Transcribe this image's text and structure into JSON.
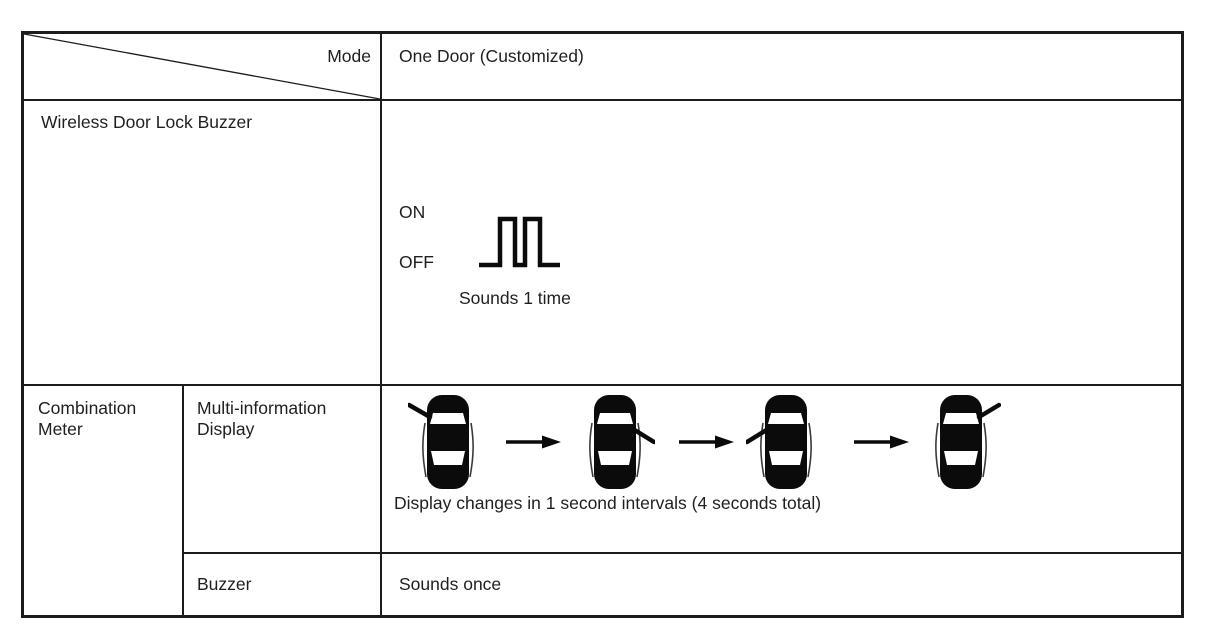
{
  "page": {
    "background": "#ffffff"
  },
  "table": {
    "colors": {
      "border": "#1c1c1c",
      "ink": "#0b0b0b",
      "background": "#ffffff"
    },
    "header": {
      "corner_label": "Mode",
      "mode_value": "One Door (Customized)"
    },
    "wireless_row": {
      "label": "Wireless Door Lock Buzzer",
      "diagram": {
        "type": "buzzer-pulse-waveform",
        "on_label": "ON",
        "off_label": "OFF",
        "pulses": 2,
        "caption": "Sounds 1 time"
      }
    },
    "combination_row": {
      "label": "Combination Meter",
      "multi_information": {
        "label": "Multi-information Display",
        "cars": [
          {
            "icon": "car-top-view-door-open-icon",
            "door": "front-left"
          },
          {
            "icon": "car-top-view-door-open-icon",
            "door": "front-right"
          },
          {
            "icon": "car-top-view-door-open-icon",
            "door": "rear-left"
          },
          {
            "icon": "car-top-view-door-open-icon",
            "door": "rear-right"
          }
        ],
        "caption": "Display changes in 1 second intervals (4 seconds total)"
      },
      "buzzer": {
        "label": "Buzzer",
        "value": "Sounds once"
      }
    }
  }
}
